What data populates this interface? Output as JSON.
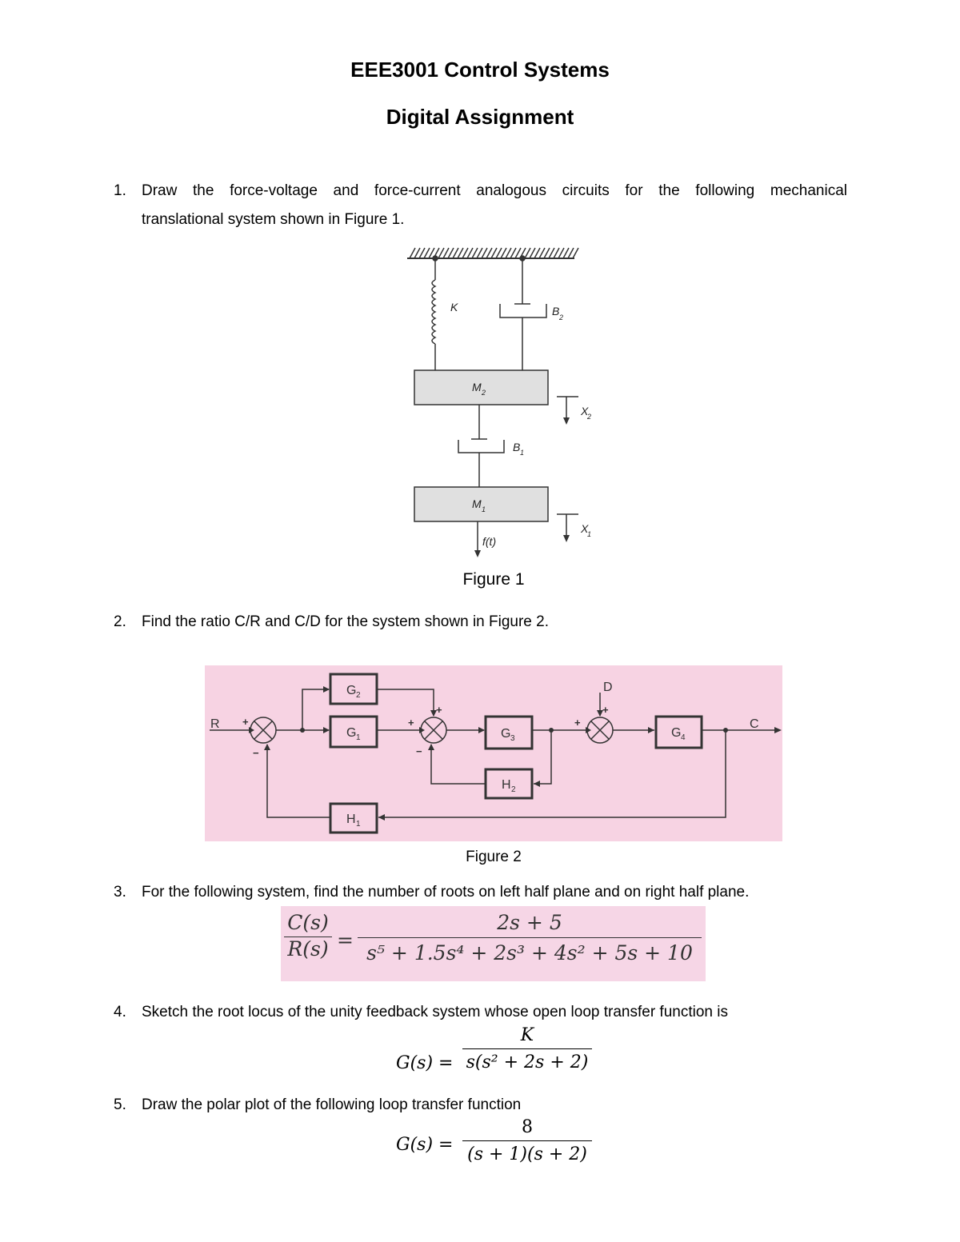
{
  "header": {
    "title": "EEE3001 Control Systems",
    "subtitle": "Digital Assignment"
  },
  "questions": [
    {
      "number": "1.",
      "text_line1": "Draw the force-voltage and force-current analogous circuits for the following mechanical",
      "text_line2": "translational system shown in Figure 1."
    },
    {
      "number": "2.",
      "text": "Find the ratio C/R and C/D for the system shown in Figure 2."
    },
    {
      "number": "3.",
      "text": "For the following system, find the number of roots on left half plane and on right half plane."
    },
    {
      "number": "4.",
      "text": "Sketch the root locus of the unity feedback system whose open loop transfer function is"
    },
    {
      "number": "5.",
      "text": "Draw the polar plot of the following loop transfer function"
    }
  ],
  "figure1": {
    "caption": "Figure 1",
    "labels": {
      "spring": "K",
      "damper2": "B",
      "damper2_sub": "2",
      "mass2": "M",
      "mass2_sub": "2",
      "damper1": "B",
      "damper1_sub": "1",
      "mass1": "M",
      "mass1_sub": "1",
      "force": "f(t)",
      "disp2": "X",
      "disp2_sub": "2",
      "disp1": "X",
      "disp1_sub": "1"
    }
  },
  "figure2": {
    "caption": "Figure 2",
    "background": "#f7d3e3",
    "labels": {
      "R": "R",
      "C": "C",
      "D": "D",
      "G1": "G",
      "G1_sub": "1",
      "G2": "G",
      "G2_sub": "2",
      "G3": "G",
      "G3_sub": "3",
      "G4": "G",
      "G4_sub": "4",
      "H1": "H",
      "H1_sub": "1",
      "H2": "H",
      "H2_sub": "2",
      "plus": "+",
      "minus": "−"
    }
  },
  "equation3": {
    "lhs_num": "C(s)",
    "lhs_den": "R(s)",
    "equals": "=",
    "numerator": "2s + 5",
    "denominator": "s⁵ + 1.5s⁴ + 2s³ + 4s² + 5s + 10"
  },
  "equation4": {
    "lhs": "G(s) =",
    "numerator": "K",
    "denominator": "s(s² + 2s + 2)"
  },
  "equation5": {
    "lhs": "G(s) =",
    "numerator": "8",
    "denominator": "(s + 1)(s + 2)"
  }
}
